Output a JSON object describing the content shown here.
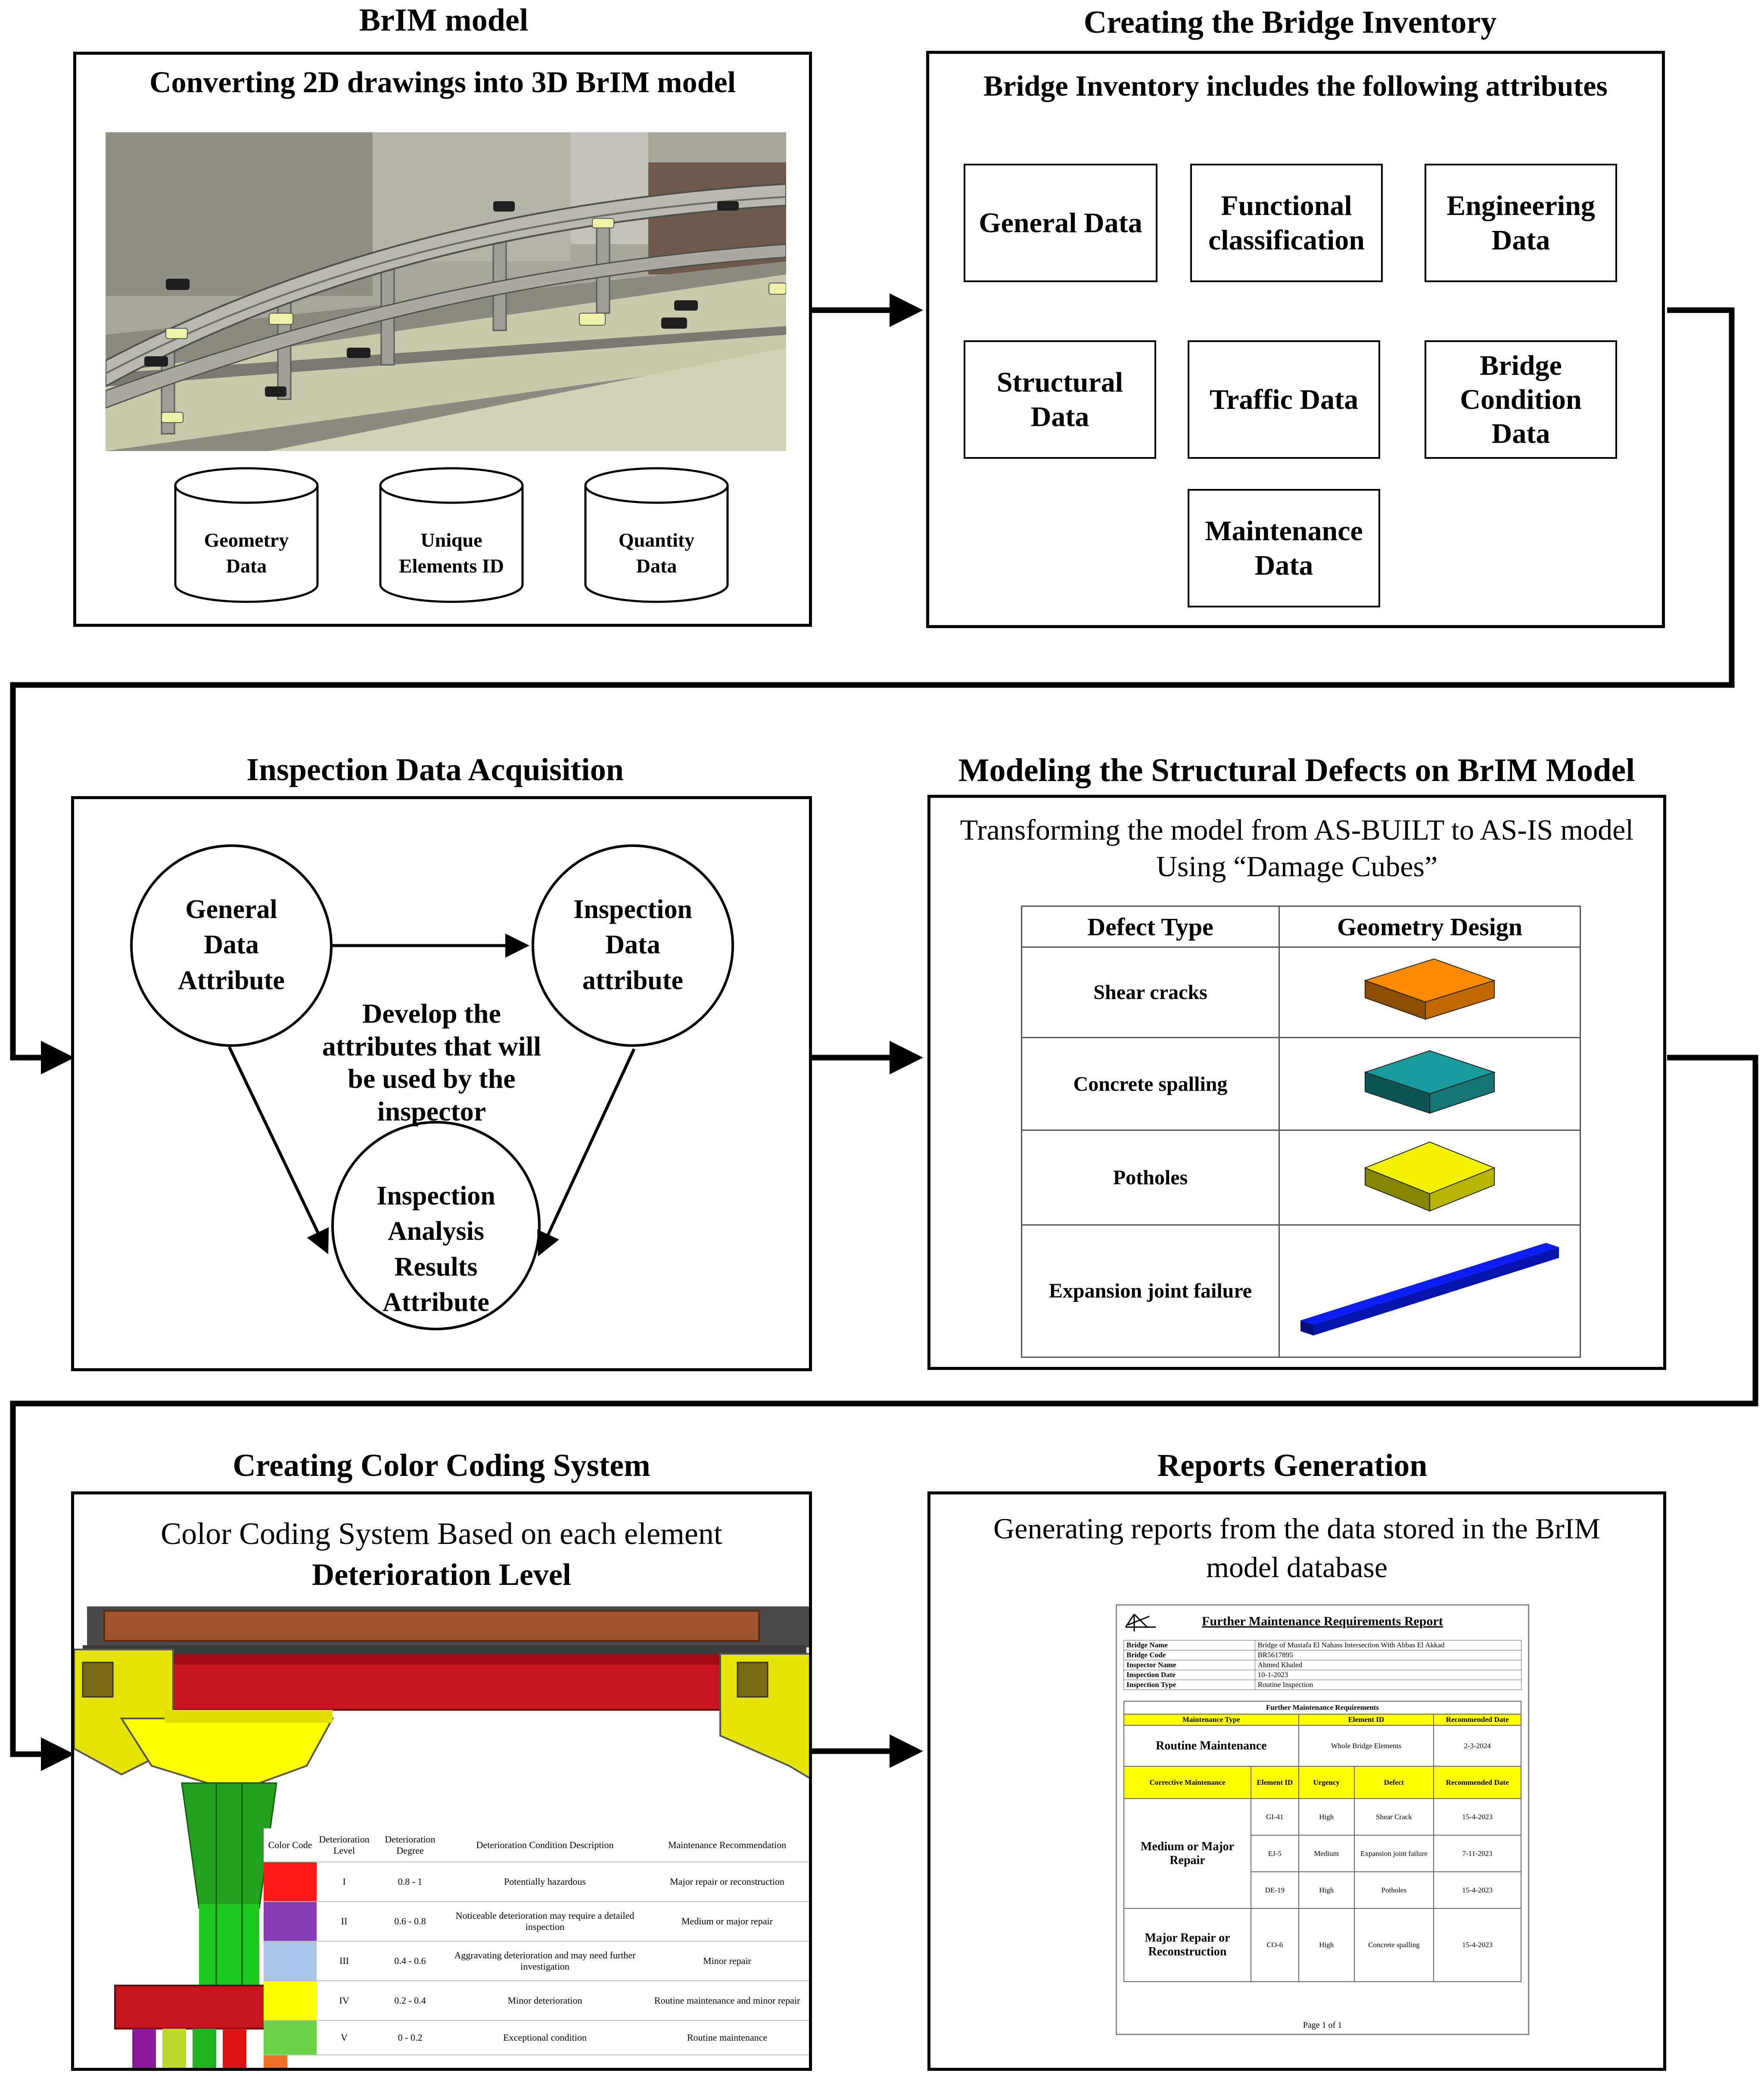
{
  "sections": {
    "brim": {
      "heading": "BrIM model",
      "subtitle": "Converting 2D drawings into 3D BrIM model",
      "databases": [
        {
          "line1": "Geometry",
          "line2": "Data"
        },
        {
          "line1": "Unique",
          "line2": "Elements ID"
        },
        {
          "line1": "Quantity",
          "line2": "Data"
        }
      ]
    },
    "inventory": {
      "heading": "Creating the Bridge Inventory",
      "subtitle": "Bridge Inventory includes the following attributes",
      "attributes": [
        "General Data",
        "Functional classification",
        "Engineering Data",
        "Structural Data",
        "Traffic Data",
        "Bridge Condition Data",
        "Maintenance Data"
      ]
    },
    "inspection": {
      "heading": "Inspection Data Acquisition",
      "nodes": [
        [
          "General",
          "Data",
          "Attribute"
        ],
        [
          "Inspection",
          "Data",
          "attribute"
        ],
        [
          "Inspection",
          "Analysis",
          "Results",
          "Attribute"
        ]
      ],
      "center_text": [
        "Develop the",
        "attributes that will",
        "be used by the",
        "inspector"
      ]
    },
    "defects": {
      "heading": "Modeling the Structural Defects on BrIM Model",
      "subtitle_line1": "Transforming the model from AS-BUILT to AS-IS model",
      "subtitle_line2": "Using “Damage Cubes”",
      "col1": "Defect Type",
      "col2": "Geometry Design",
      "rows": [
        {
          "name": "Shear cracks",
          "color": "#ff8c00"
        },
        {
          "name": "Concrete spalling",
          "color": "#1a9b9b"
        },
        {
          "name": "Potholes",
          "color": "#f2f200"
        },
        {
          "name": "Expansion joint failure",
          "color": "#0a1ef5"
        }
      ]
    },
    "colorcoding": {
      "heading": "Creating Color Coding System",
      "subtitle_line1": "Color Coding System Based on each element",
      "subtitle_line2": "Deterioration Level",
      "headers": [
        "Color Code",
        "Deterioration Level",
        "Deterioration Degree",
        "Deterioration Condition Description",
        "Maintenance Recommendation"
      ],
      "rows": [
        {
          "color": "#ff1a1a",
          "level": "I",
          "degree": "0.8 - 1",
          "desc": "Potentially hazardous",
          "rec": "Major repair or reconstruction"
        },
        {
          "color": "#8a3cb4",
          "level": "II",
          "degree": "0.6 - 0.8",
          "desc": "Noticeable deterioration may require a detailed inspection",
          "rec": "Medium or major repair"
        },
        {
          "color": "#a9c4e6",
          "level": "III",
          "degree": "0.4 - 0.6",
          "desc": "Aggravating deterioration and may need further investigation",
          "rec": "Minor repair"
        },
        {
          "color": "#ffff00",
          "level": "IV",
          "degree": "0.2 - 0.4",
          "desc": "Minor deterioration",
          "rec": "Routine maintenance and minor repair"
        },
        {
          "color": "#6cd14a",
          "level": "V",
          "degree": "0 - 0.2",
          "desc": "Exceptional condition",
          "rec": "Routine maintenance"
        }
      ]
    },
    "reports": {
      "heading": "Reports Generation",
      "subtitle_line1": "Generating reports from the data stored in the BrIM",
      "subtitle_line2": "model database",
      "report": {
        "title": "Further Maintenance Requirements Report",
        "info": [
          {
            "k": "Bridge Name",
            "v": "Bridge of Mustafa El Nahass Intersection With Abbas El Akkad"
          },
          {
            "k": "Bridge Code",
            "v": "BR5617895"
          },
          {
            "k": "Inspector Name",
            "v": "Ahmed Khaled"
          },
          {
            "k": "Inspection Date",
            "v": "10-1-2023"
          },
          {
            "k": "Inspection Type",
            "v": "Routine Inspection"
          }
        ],
        "section_title": "Further Maintenance Requirements",
        "routine_headers": [
          "Maintenance Type",
          "Element ID",
          "Recommended Date"
        ],
        "routine_row": {
          "type": "Routine Maintenance",
          "element": "Whole Bridge Elements",
          "date": "2-3-2024"
        },
        "corrective_headers": [
          "Corrective Maintenance",
          "Element ID",
          "Urgency",
          "Defect",
          "Recommended Date"
        ],
        "medium_group": "Medium or Major Repair",
        "medium_rows": [
          {
            "id": "GI-41",
            "urgency": "High",
            "defect": "Shear Crack",
            "date": "15-4-2023"
          },
          {
            "id": "EJ-5",
            "urgency": "Medium",
            "defect": "Expansion joint failure",
            "date": "7-11-2023"
          },
          {
            "id": "DE-19",
            "urgency": "High",
            "defect": "Potholes",
            "date": "15-4-2023"
          }
        ],
        "major_group": "Major Repair or Reconstruction",
        "major_row": {
          "id": "CO-6",
          "urgency": "High",
          "defect": "Concrete spalling",
          "date": "15-4-2023"
        },
        "footer": "Page 1 of 1"
      }
    }
  }
}
